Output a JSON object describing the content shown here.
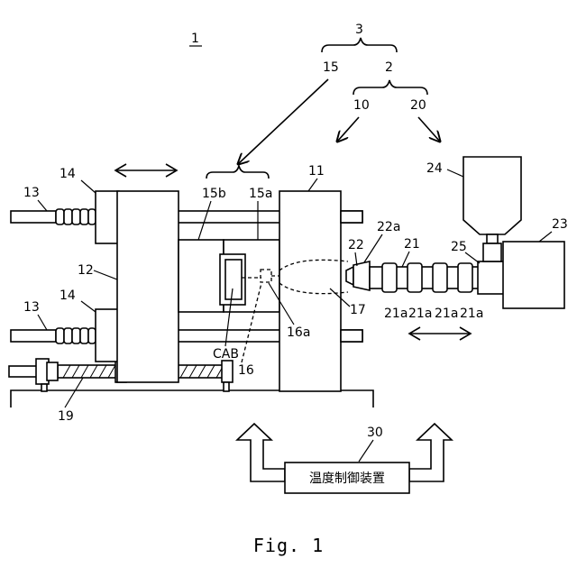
{
  "figure": {
    "caption": "Fig. 1",
    "title_number": "1",
    "controller_label": "温度制御装置",
    "labels": {
      "l3": "3",
      "l15": "15",
      "l2": "2",
      "l10": "10",
      "l20": "20",
      "l11": "11",
      "l14a": "14",
      "l14b": "14",
      "l13a": "13",
      "l13b": "13",
      "l12": "12",
      "l15b": "15b",
      "l15a": "15a",
      "l24": "24",
      "l23": "23",
      "l22a": "22a",
      "l22": "22",
      "l21": "21",
      "l25": "25",
      "l21a1": "21a",
      "l21a2": "21a",
      "l21a3": "21a",
      "l21a4": "21a",
      "l17": "17",
      "l16a": "16a",
      "lCAB": "CAB",
      "l16": "16",
      "l19": "19",
      "l30": "30"
    }
  }
}
